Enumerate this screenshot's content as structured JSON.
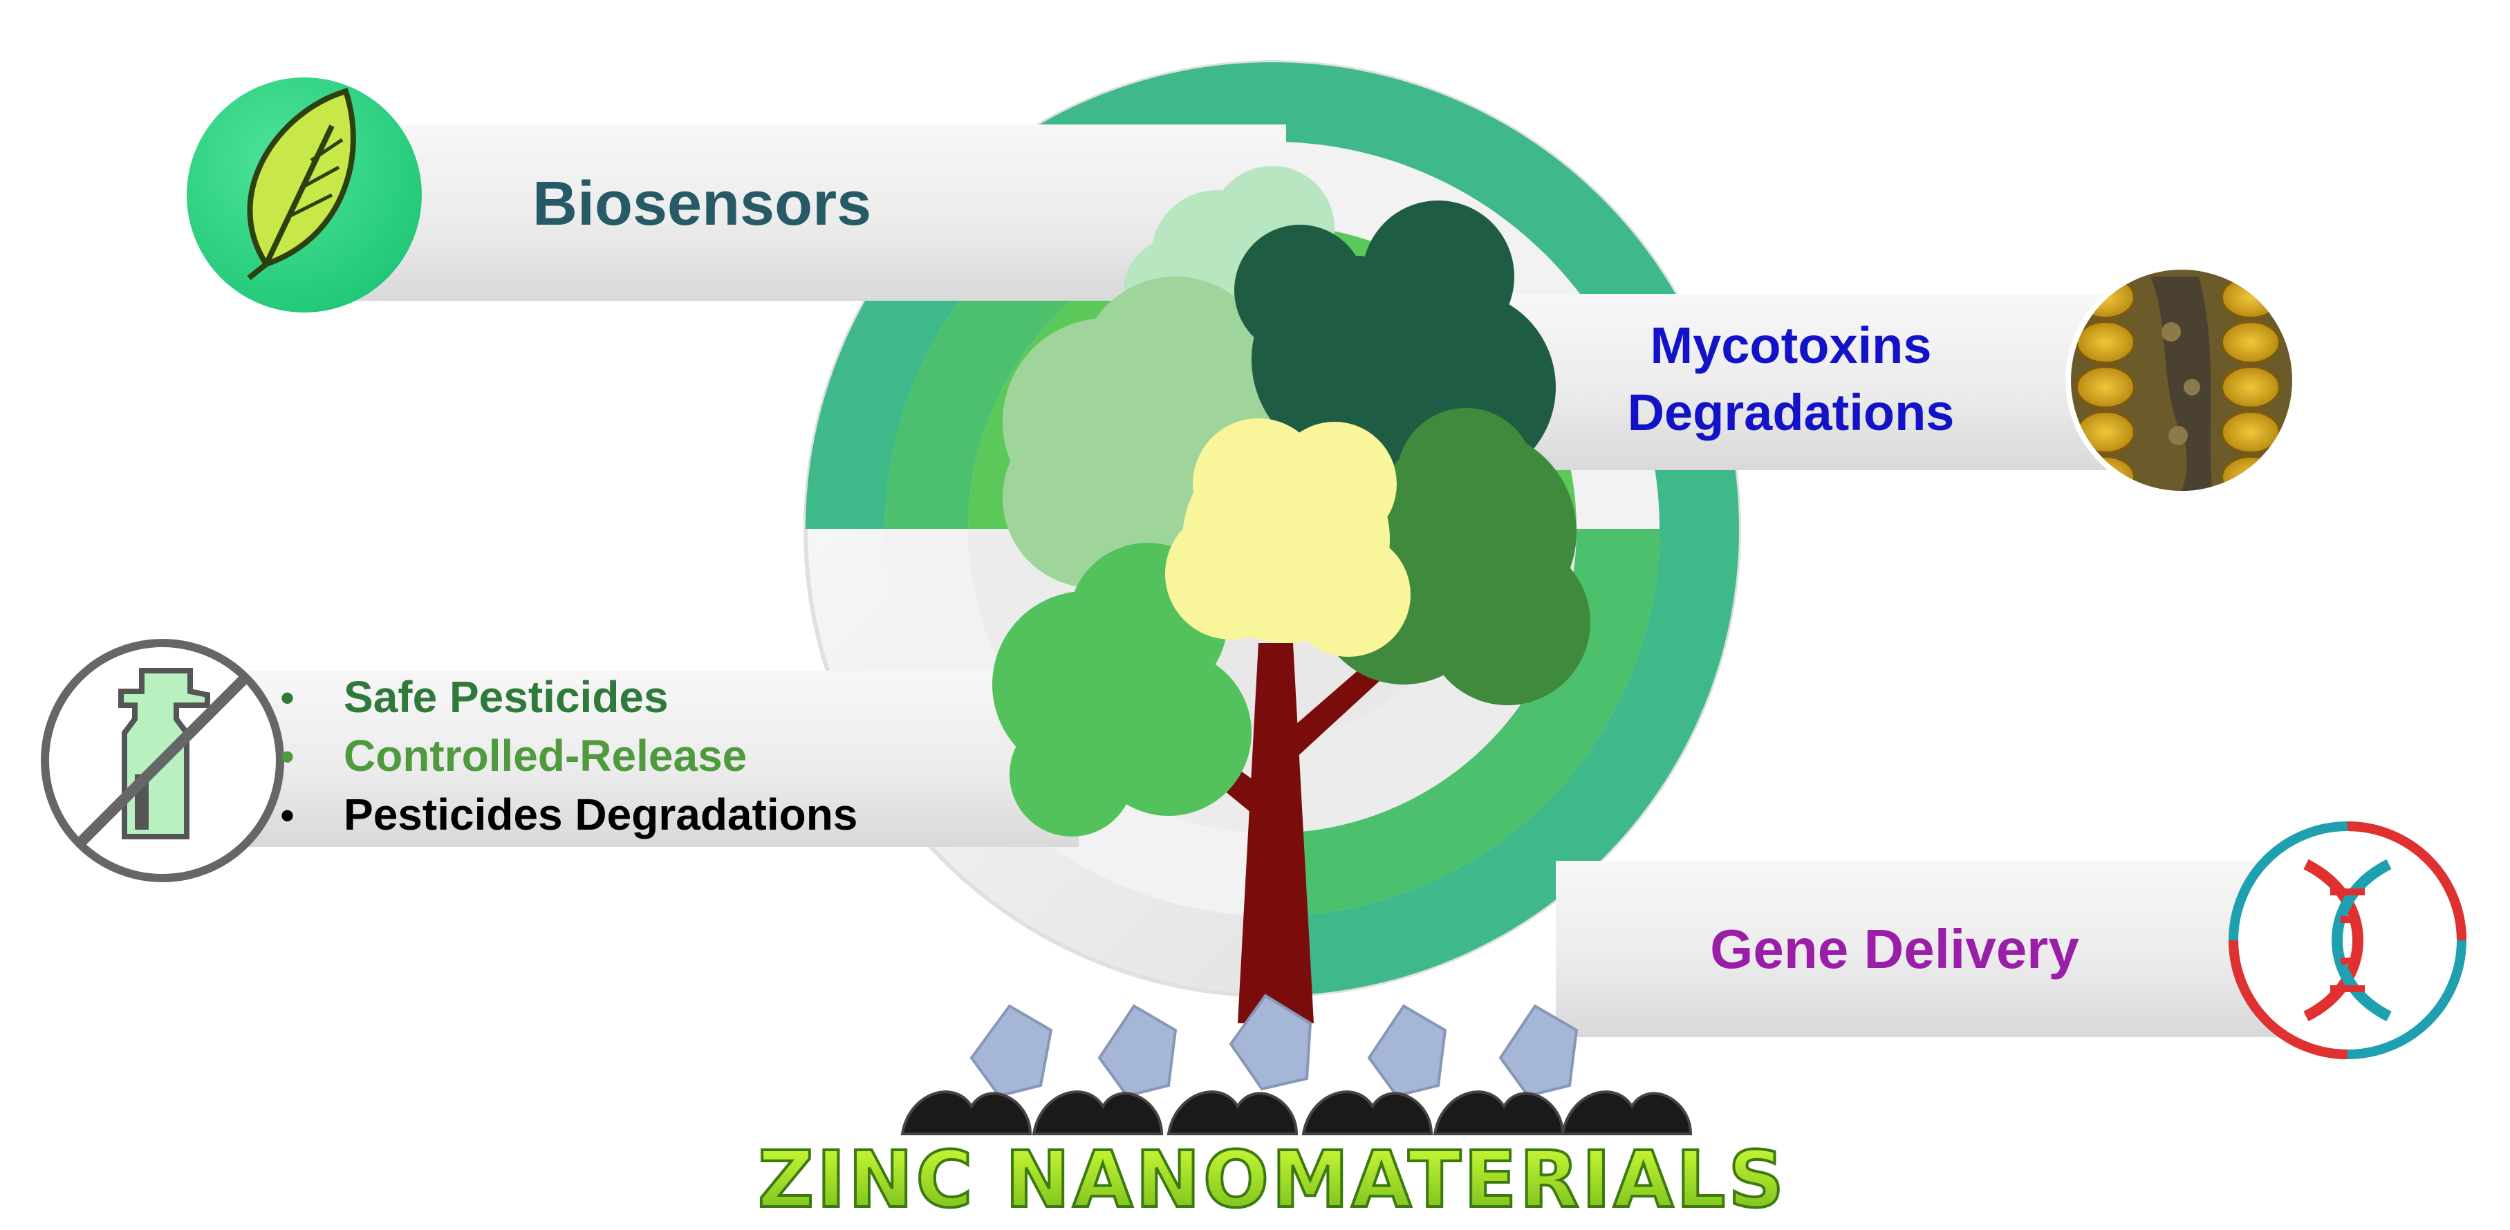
{
  "biosensors": {
    "label": "Biosensors",
    "color": "#265a66",
    "icon": "leaf-icon"
  },
  "mycotoxins": {
    "line1": "Mycotoxins",
    "line2": "Degradations",
    "color": "#1212c8",
    "icon": "corn-cob-image"
  },
  "pesticides": {
    "icon": "no-spray-bottle-icon",
    "items": [
      {
        "bullet": "•",
        "label": "Safe Pesticides",
        "color": "#2f7a3a"
      },
      {
        "bullet": "•",
        "label": "Controlled-Release",
        "color": "#4e9a3c"
      },
      {
        "bullet": "•",
        "label": "Pesticides Degradations",
        "color": "#000000"
      }
    ]
  },
  "gene_delivery": {
    "label": "Gene Delivery",
    "color": "#9a1ea8",
    "icon": "dna-icon"
  },
  "footer": {
    "title": "ZINC NANOMATERIALS",
    "color": "#8fd01a"
  },
  "palette": {
    "ring_outer": "#3fb88a",
    "ring_middle": "#4cc06c",
    "ring_inner": "#5bc95a",
    "trunk": "#7a0c0c",
    "canopy_dark": "#1f5c44",
    "canopy_mid": "#3f8a3c",
    "canopy_light": "#9fd49a",
    "canopy_pale": "#b8e6c0",
    "canopy_yellow": "#f8f59a",
    "canopy_green": "#54c25c",
    "nanoparticle_blue": "#a6b6d6",
    "nanoparticle_black": "#1a1a1a"
  }
}
